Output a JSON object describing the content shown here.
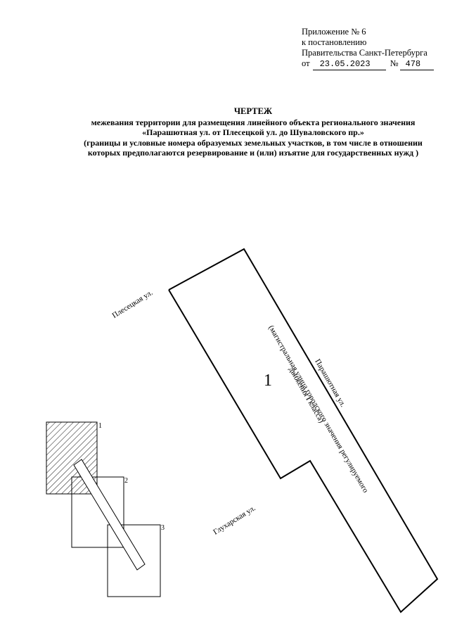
{
  "appendix": {
    "line1": "Приложение № 6",
    "line2": "к постановлению",
    "line3": "Правительства Санкт-Петербурга",
    "date_prefix": "от",
    "date": "23.05.2023",
    "number_prefix": "№",
    "number": "478"
  },
  "title": {
    "heading": "ЧЕРТЕЖ",
    "line1": "межевания территории для размещения линейного объекта регионального значения",
    "line2": "«Парашютная ул. от Плесецкой ул. до Шуваловского пр.»",
    "line3": "(границы и условные номера образуемых земельных участков, в том числе в отношении",
    "line4": "которых предполагаются  резервирование и (или) изъятие для государственных нужд )"
  },
  "drawing": {
    "plot_number": "1",
    "street_plesetskaya": "Плесецкая ул.",
    "street_glukharskaya": "Глухарская ул.",
    "road_line1": "Парашютная ул.",
    "road_line2": "(магистральная улица городского значения регулируемого",
    "road_line3": "движения  I класса)",
    "inset_labels": [
      "1",
      "2",
      "3"
    ]
  }
}
